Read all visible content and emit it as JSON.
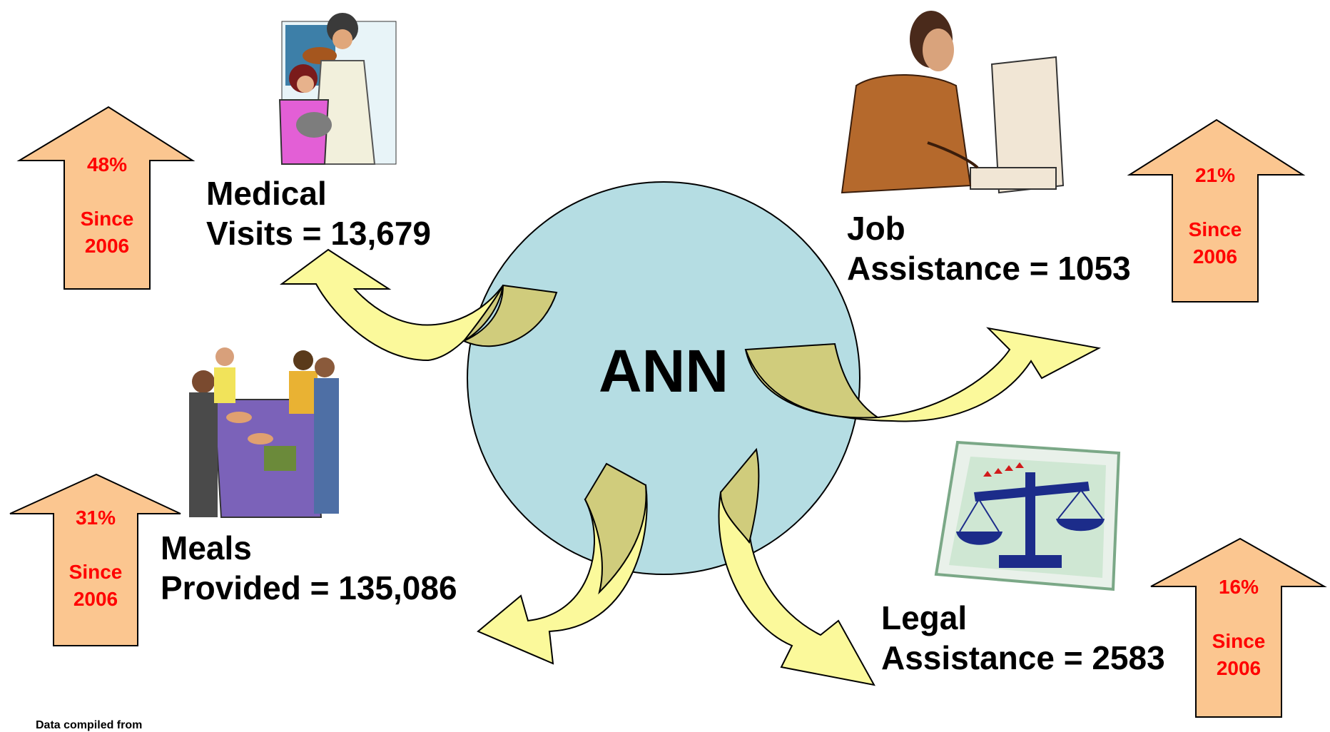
{
  "center": {
    "label": "ANN",
    "circle_fill": "#b5dde3"
  },
  "colors": {
    "percent_arrow_fill": "#fbc690",
    "percent_text": "#ff0000",
    "curved_arrow_fill": "#fbf99b",
    "curved_arrow_shadow": "#d0cc7c"
  },
  "services": {
    "medical": {
      "line1": "Medical",
      "line2": "Visits = 13,679",
      "change_percent": "48%",
      "since_line1": "Since",
      "since_line2": "2006",
      "icon": "veterinarian-clipart-icon"
    },
    "job": {
      "line1": "Job",
      "line2": "Assistance = 1053",
      "change_percent": "21%",
      "since_line1": "Since",
      "since_line2": "2006",
      "icon": "man-at-computer-clipart-icon"
    },
    "meals": {
      "line1": "Meals",
      "line2": "Provided = 135,086",
      "change_percent": "31%",
      "since_line1": "Since",
      "since_line2": "2006",
      "icon": "food-serving-line-clipart-icon"
    },
    "legal": {
      "line1": "Legal",
      "line2": "Assistance = 2583",
      "change_percent": "16%",
      "since_line1": "Since",
      "since_line2": "2006",
      "icon": "scales-of-justice-icon"
    }
  },
  "footnote": "Data compiled from"
}
